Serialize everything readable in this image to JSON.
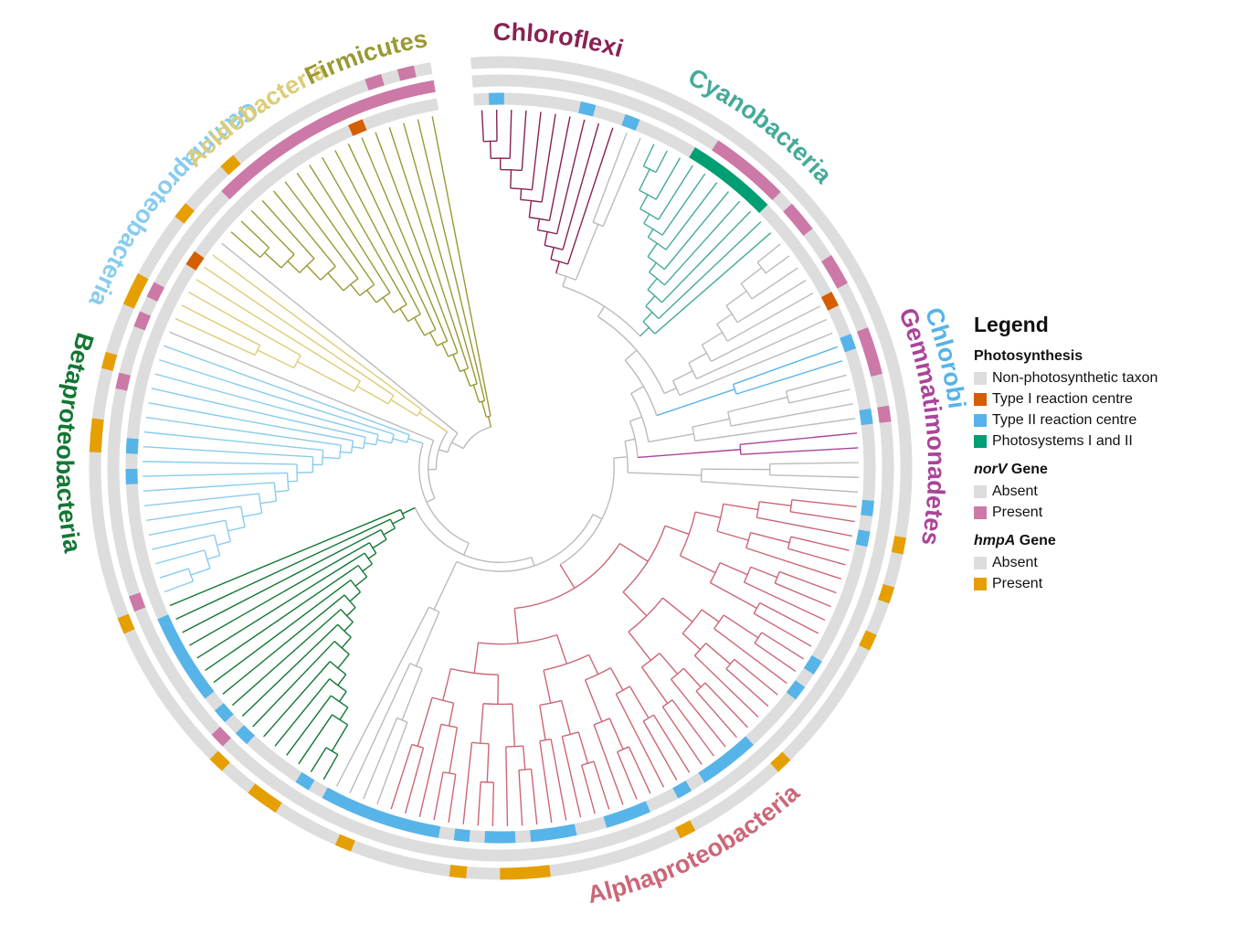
{
  "legend": {
    "title": "Legend",
    "photosynthesis": {
      "title": "Photosynthesis",
      "items": [
        {
          "label": "Non-photosynthetic taxon",
          "color": "#dddddd"
        },
        {
          "label": "Type I reaction centre",
          "color": "#d55e00"
        },
        {
          "label": "Type II reaction centre",
          "color": "#56b4e9"
        },
        {
          "label": "Photosystems I and II",
          "color": "#009e73"
        }
      ]
    },
    "norv": {
      "gene": "norV",
      "suffix": " Gene",
      "items": [
        {
          "label": "Absent",
          "color": "#dddddd"
        },
        {
          "label": "Present",
          "color": "#cc79a7"
        }
      ]
    },
    "hmpa": {
      "gene": "hmpA",
      "suffix": " Gene",
      "items": [
        {
          "label": "Absent",
          "color": "#dddddd"
        },
        {
          "label": "Present",
          "color": "#e69f00"
        }
      ]
    }
  },
  "clades": [
    {
      "name": "Chloroflexi",
      "color": "#882255"
    },
    {
      "name": "Cyanobacteria",
      "color": "#44aa99"
    },
    {
      "name": "Chlorobi",
      "color": "#56b4e9"
    },
    {
      "name": "Gemmatimonadetes",
      "color": "#aa4499"
    },
    {
      "name": "Alphaproteobacteria",
      "color": "#cc6677"
    },
    {
      "name": "Betaproteobacteria",
      "color": "#117733"
    },
    {
      "name": "Gammaproteobacteria",
      "color": "#88ccee"
    },
    {
      "name": "Acidobacteria",
      "color": "#ddcc77"
    },
    {
      "name": "Firmicutes",
      "color": "#999933"
    }
  ],
  "other_lineage_color": "#bbbbbb",
  "ring_background_color": "#dddddd"
}
